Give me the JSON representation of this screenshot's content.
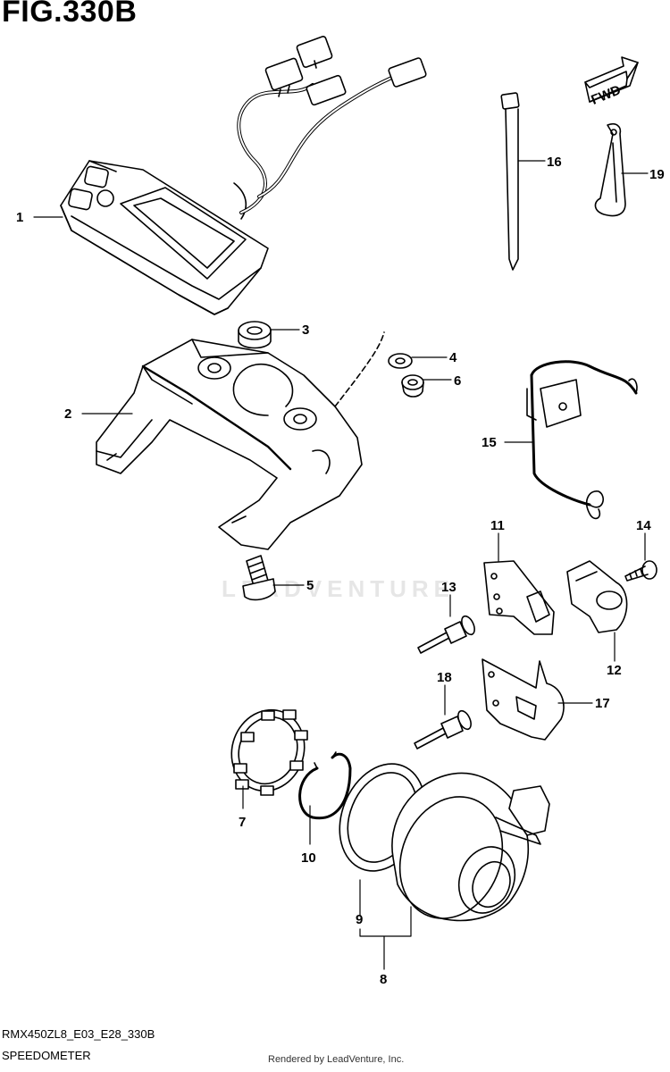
{
  "figure": {
    "title": "FIG.330B",
    "direction_label": "FWD",
    "watermark_text": "LEADVENTURE"
  },
  "callouts": [
    {
      "id": "1",
      "part": "speedometer-assembly"
    },
    {
      "id": "2",
      "part": "bracket"
    },
    {
      "id": "3",
      "part": "cushion"
    },
    {
      "id": "4",
      "part": "washer"
    },
    {
      "id": "5",
      "part": "bolt"
    },
    {
      "id": "6",
      "part": "nut"
    },
    {
      "id": "7",
      "part": "retainer-ring"
    },
    {
      "id": "8",
      "part": "cover-assembly"
    },
    {
      "id": "9",
      "part": "seal"
    },
    {
      "id": "10",
      "part": "circlip"
    },
    {
      "id": "11",
      "part": "bracket-plate"
    },
    {
      "id": "12",
      "part": "clamp"
    },
    {
      "id": "13",
      "part": "rivet"
    },
    {
      "id": "14",
      "part": "screw"
    },
    {
      "id": "15",
      "part": "wire-guide"
    },
    {
      "id": "16",
      "part": "cable-tie"
    },
    {
      "id": "17",
      "part": "clamp-bracket"
    },
    {
      "id": "18",
      "part": "rivet"
    },
    {
      "id": "19",
      "part": "clip"
    }
  ],
  "footer": {
    "model_code": "RMX450ZL8_E03_E28_330B",
    "section_name": "SPEEDOMETER",
    "credit": "Rendered by LeadVenture, Inc."
  }
}
